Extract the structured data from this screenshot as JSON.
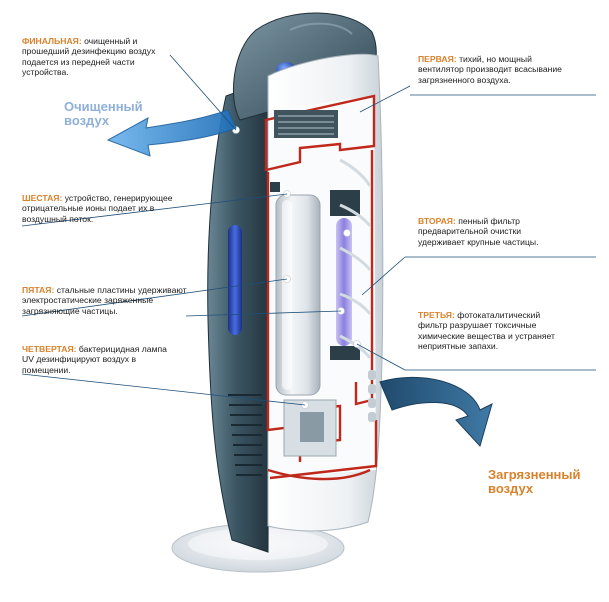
{
  "stages": {
    "final": {
      "title": "ФИНАЛЬНАЯ:",
      "text": "очищенный и прошедший дезинфекцию воздух подается из передней части устройства."
    },
    "first": {
      "title": "ПЕРВАЯ:",
      "text": "тихий, но мощный вентилятор производит всасывание загрязненного воздуха."
    },
    "sixth": {
      "title": "ШЕСТАЯ:",
      "text": "устройство, генерирующее отрицательные ионы подает их в воздушный поток."
    },
    "second": {
      "title": "ВТОРАЯ:",
      "text": "пенный фильтр предварительной очистки удерживает крупные частицы."
    },
    "fifth": {
      "title": "ПЯТАЯ:",
      "text": "стальные пластины удерживают электростатические заряженные загрязняющие частицы."
    },
    "third": {
      "title": "ТРЕТЬЯ:",
      "text": "фотокаталитический фильтр разрушает токсичные химические вещества и устраняет неприятные запахи."
    },
    "fourth": {
      "title": "ЧЕТВЕРТАЯ:",
      "text": "бактерицидная лампа UV дезинфицируют воздух в помещении."
    }
  },
  "flows": {
    "clean": [
      "Очищенный",
      "воздух"
    ],
    "dirty": [
      "Загрязненный",
      "воздух"
    ]
  },
  "colors": {
    "heading_accent": "#d9822b",
    "leader_line": "#1e4f7a",
    "body_dark": "#3e5866",
    "body_light": "#f4f6f8",
    "frame_red": "#c0281b",
    "clean_air_arrow": "#3d8fd6",
    "dirty_air_arrow": "#2f5c80",
    "uv_lamp": "#9a8fe0"
  }
}
